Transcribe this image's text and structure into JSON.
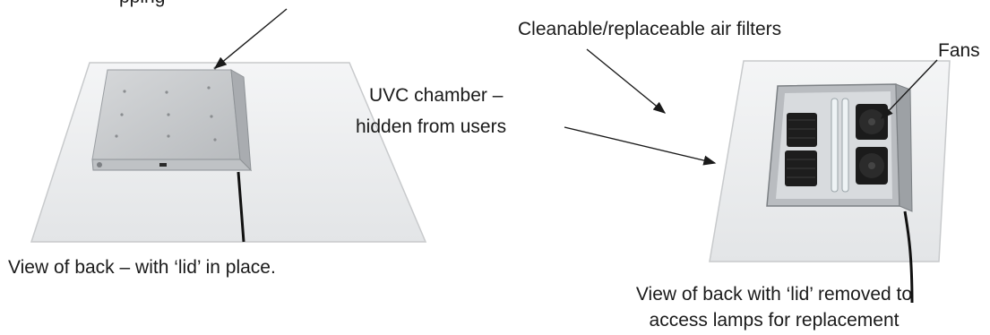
{
  "labels": {
    "top_left_partial": "pping",
    "air_filters": "Cleanable/replaceable air filters",
    "fans": "Fans",
    "uvc_line1": "UVC chamber –",
    "uvc_line2": "hidden from users",
    "caption_left": "View of back – with ‘lid’ in place.",
    "caption_right_line1": "View of back with ‘lid’ removed to",
    "caption_right_line2": "access lamps for replacement"
  },
  "colors": {
    "panel": "#eef0f2",
    "metal": "#c9ccd0",
    "fan": "#1b1b1b",
    "arrow": "#1a1a1a"
  }
}
